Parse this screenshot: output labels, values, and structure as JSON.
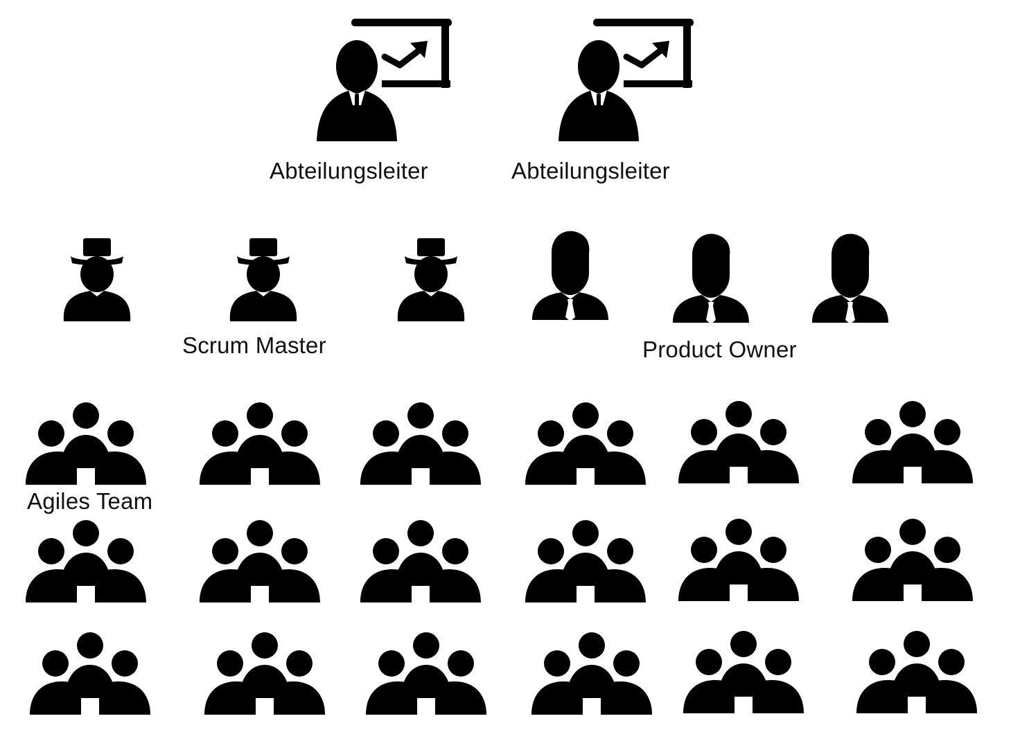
{
  "colors": {
    "icon": "#000000",
    "background": "#ffffff",
    "tie": "#ffffff"
  },
  "icon_names": {
    "department_head": "presenter-with-chart-icon",
    "scrum_master": "top-hat-person-icon",
    "product_owner": "businessman-with-tie-icon",
    "team": "group-of-three-icon"
  },
  "department_heads": {
    "label_1": "Abteilungsleiter",
    "label_2": "Abteilungsleiter"
  },
  "scrum_masters": {
    "label": "Scrum Master",
    "count": 3
  },
  "product_owners": {
    "label": "Product Owner",
    "count": 3
  },
  "teams": {
    "label": "Agiles Team",
    "rows": 3,
    "per_row": 6
  }
}
